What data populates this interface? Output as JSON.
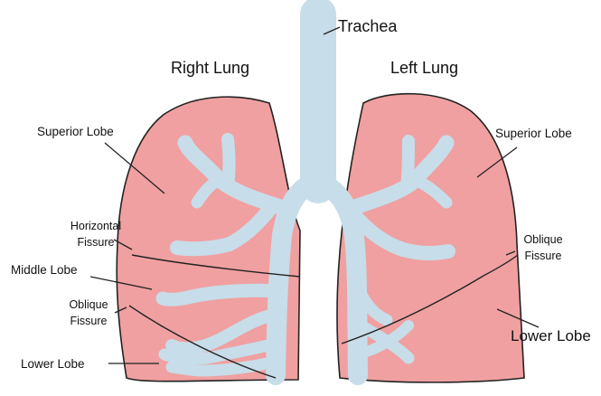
{
  "labels": {
    "trachea": "Trachea",
    "right_lung": "Right Lung",
    "left_lung": "Left Lung",
    "right_superior_lobe": "Superior Lobe",
    "left_superior_lobe": "Superior Lobe",
    "horizontal_fissure": [
      "Horizontal",
      "Fissure"
    ],
    "right_oblique_fissure": [
      "Oblique",
      "Fissure"
    ],
    "left_oblique_fissure": [
      "Oblique",
      "Fissure"
    ],
    "middle_lobe": "Middle Lobe",
    "right_lower_lobe": "Lower Lobe",
    "left_lower_lobe": "Lower Lobe"
  },
  "colors": {
    "lung_fill": "#f0a0a0",
    "airway_fill": "#c7dde9",
    "outline": "#222222"
  }
}
